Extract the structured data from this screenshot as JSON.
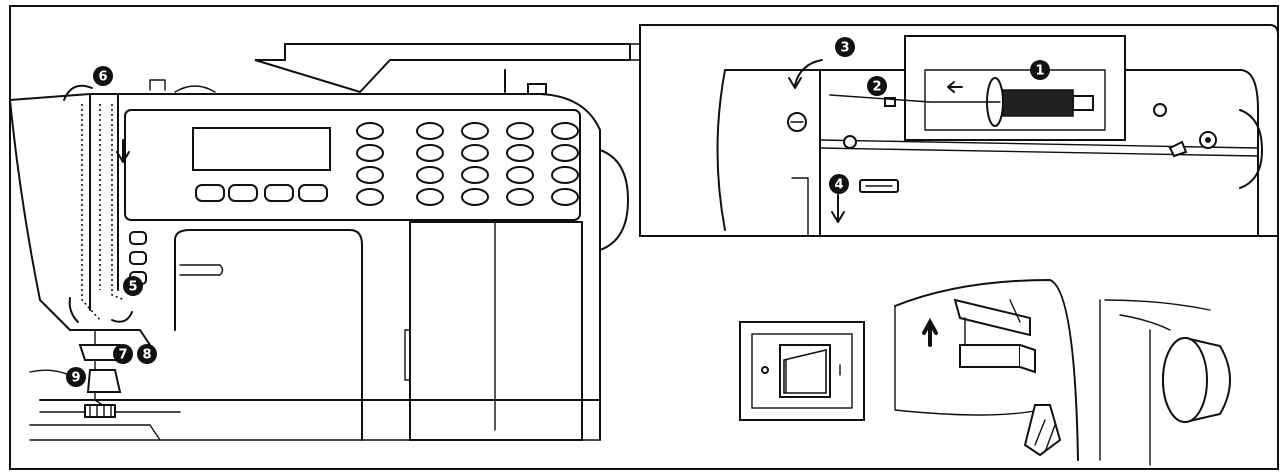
{
  "diagram": {
    "subject": "sewing machine threading and power switch illustration",
    "step_markers": [
      {
        "label": "1"
      },
      {
        "label": "2"
      },
      {
        "label": "3"
      },
      {
        "label": "4"
      },
      {
        "label": "5"
      },
      {
        "label": "6"
      },
      {
        "label": "7"
      },
      {
        "label": "8"
      },
      {
        "label": "9"
      }
    ],
    "icons": {
      "power_switch": "rocker-switch-icon",
      "arrow": "arrow-icon"
    }
  }
}
